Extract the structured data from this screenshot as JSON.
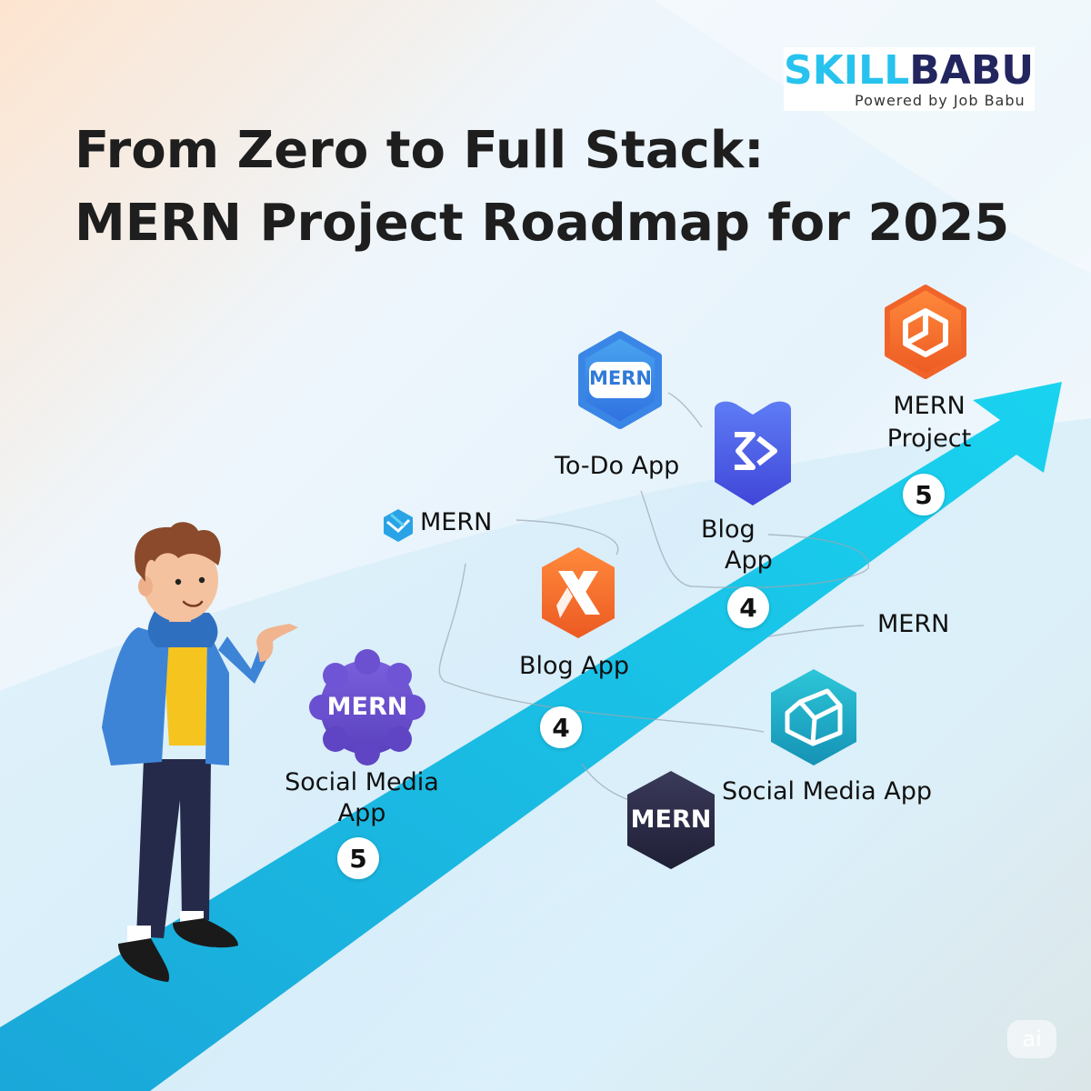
{
  "brand": {
    "skill": "SKILL",
    "babu": "BABU",
    "tagline": "Powered by Job Babu",
    "accent": "#27c3ee",
    "dark": "#22255e"
  },
  "headline": {
    "line1": "From Zero to Full Stack:",
    "line2": "MERN Project Roadmap for 2025"
  },
  "steps": {
    "social_media_left": {
      "icon_text": "MERN",
      "label_line1": "Social Media",
      "label_line2": "App",
      "number": "5"
    },
    "blog_center": {
      "label": "Blog App",
      "number": "4"
    },
    "mern_small": {
      "label": "MERN"
    },
    "todo": {
      "icon_text": "MERN",
      "label": "To-Do App"
    },
    "blog_right": {
      "label_line1": "Blog",
      "label_line2": "App",
      "number": "4"
    },
    "mern_project": {
      "label_line1": "MERN",
      "label_line2": "Project",
      "number": "5"
    },
    "mern_right": {
      "label": "MERN"
    },
    "social_media_right": {
      "label": "Social Media App"
    },
    "mern_dark": {
      "icon_text": "MERN"
    }
  },
  "colors": {
    "arrow": "#1ab8e3",
    "purple_hex": "#6a4fd0",
    "orange_hex": "#f0642a",
    "blue_hex": "#3a86e6",
    "indigo_hex": "#4a5ee8",
    "teal_hex": "#1fb0c9",
    "dark_hex": "#2a2a45"
  },
  "badge": {
    "text": "ai"
  }
}
